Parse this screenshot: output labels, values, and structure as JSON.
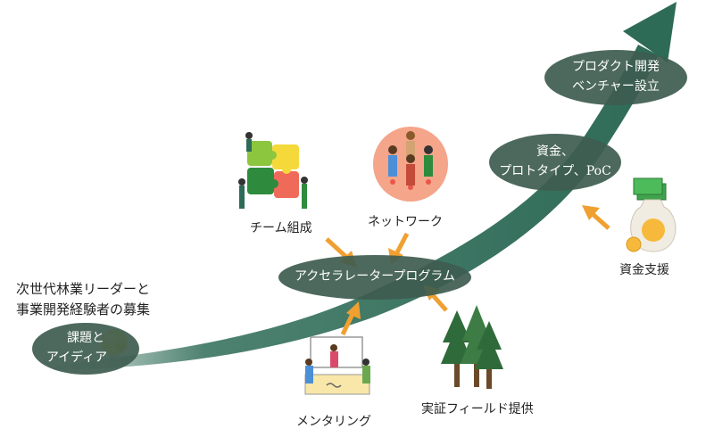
{
  "colors": {
    "arrow": "#2e6b57",
    "node_fill": "#3e5c50",
    "connector_arrow": "#f0a030",
    "text": "#222222"
  },
  "nodes": {
    "ideas": {
      "line1": "課題と",
      "line2": "アイディア"
    },
    "accelerator": {
      "label": "アクセラレータープログラム"
    },
    "funding": {
      "line1": "資金、",
      "line2": "プロトタイプ、PoC"
    },
    "venture": {
      "line1": "プロダクト開発",
      "line2": "ベンチャー設立"
    }
  },
  "labels": {
    "recruit_line1": "次世代林業リーダーと",
    "recruit_line2": "事業開発経験者の募集",
    "team": "チーム組成",
    "network": "ネットワーク",
    "mentoring": "メンタリング",
    "field": "実証フィールド提供",
    "fund_support": "資金支援"
  },
  "icons": {
    "ideas": "lightbulb-icon",
    "team": "puzzle-team-icon",
    "network": "people-network-icon",
    "mentoring": "mentoring-meeting-icon",
    "field": "forest-trees-icon",
    "fund_support": "money-bag-icon"
  }
}
